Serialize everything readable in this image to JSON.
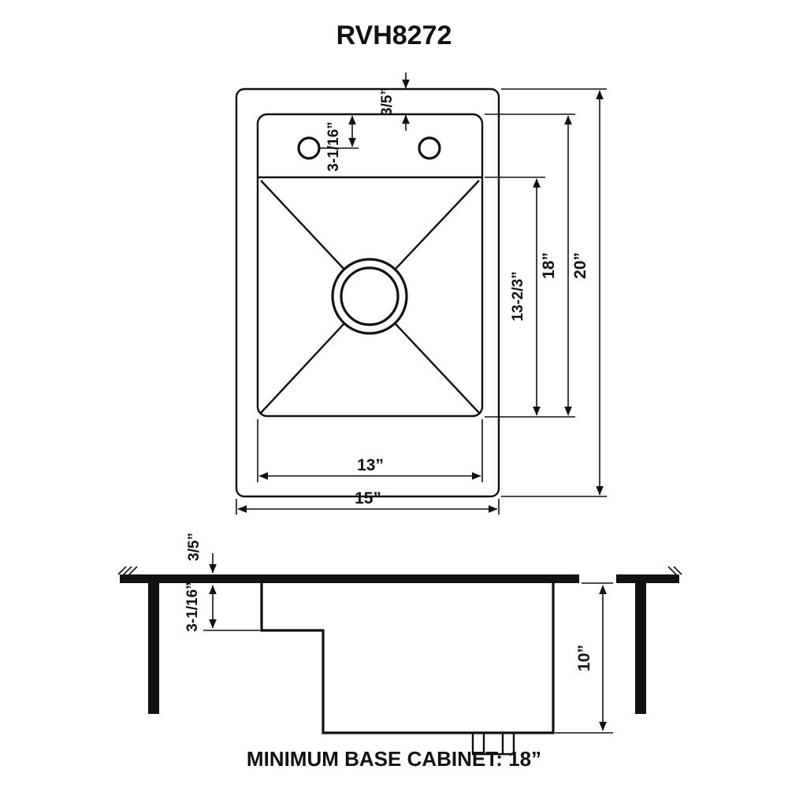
{
  "title": "RVH8272",
  "top_view": {
    "dim_reveal": "3/5”",
    "dim_faucet_offset": "3-1/16”",
    "dim_drain_span": "13-2/3”",
    "dim_bowl_front_back": "18”",
    "dim_overall_front_back": "20”",
    "dim_bowl_width": "13”",
    "dim_overall_width": "15”"
  },
  "side_view": {
    "dim_rim_height": "3/5”",
    "dim_ledge_depth": "3-1/16”",
    "dim_bowl_depth": "10”"
  },
  "footer": {
    "note": "MINIMUM BASE CABINET: 18”"
  }
}
